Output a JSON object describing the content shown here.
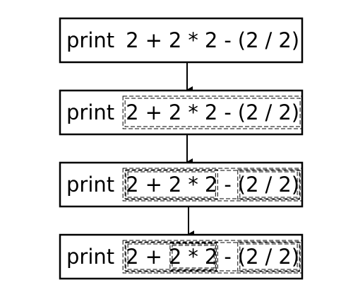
{
  "diagram": {
    "steps": [
      {
        "keyword": "print",
        "tokens": [
          "2",
          "+",
          "2",
          "*",
          "2",
          "-",
          "(2",
          "/",
          "2)"
        ],
        "highlights": []
      },
      {
        "keyword": "print",
        "tokens": [
          "2",
          "+",
          "2",
          "*",
          "2",
          "-",
          "(2",
          "/",
          "2)"
        ],
        "highlights": [
          {
            "from": 0,
            "to": 8,
            "level": 1
          }
        ]
      },
      {
        "keyword": "print",
        "tokens": [
          "2",
          "+",
          "2",
          "*",
          "2",
          "-",
          "(2",
          "/",
          "2)"
        ],
        "highlights": [
          {
            "from": 0,
            "to": 8,
            "level": 1
          },
          {
            "from": 0,
            "to": 4,
            "level": 2
          },
          {
            "from": 6,
            "to": 8,
            "level": 2
          }
        ]
      },
      {
        "keyword": "print",
        "tokens": [
          "2",
          "+",
          "2",
          "*",
          "2",
          "-",
          "(2",
          "/",
          "2)"
        ],
        "highlights": [
          {
            "from": 0,
            "to": 8,
            "level": 1
          },
          {
            "from": 0,
            "to": 4,
            "level": 2
          },
          {
            "from": 6,
            "to": 8,
            "level": 2
          },
          {
            "from": 2,
            "to": 4,
            "level": 3
          }
        ]
      }
    ]
  }
}
